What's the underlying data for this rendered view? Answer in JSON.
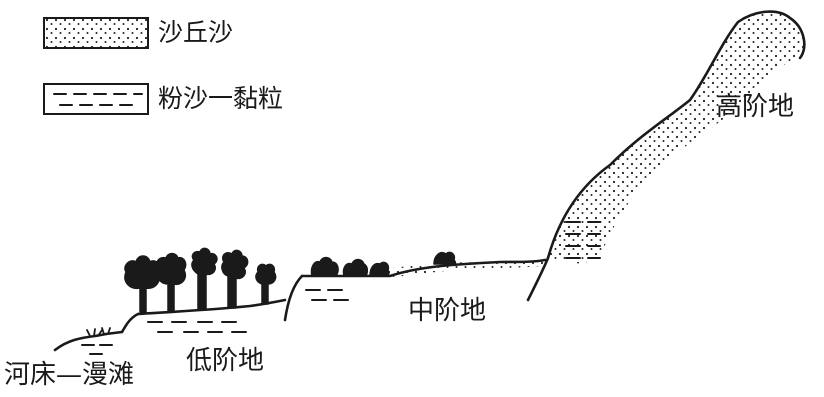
{
  "legend": {
    "items": [
      {
        "pattern": "dots",
        "label": "沙丘沙"
      },
      {
        "pattern": "dashes",
        "label": "粉沙一黏粒"
      }
    ]
  },
  "labels": {
    "high_terrace": "高阶地",
    "middle_terrace": "中阶地",
    "low_terrace": "低阶地",
    "riverbed_floodplain": "河床—漫滩"
  },
  "colors": {
    "ink": "#1a1a1a",
    "background": "#ffffff"
  }
}
